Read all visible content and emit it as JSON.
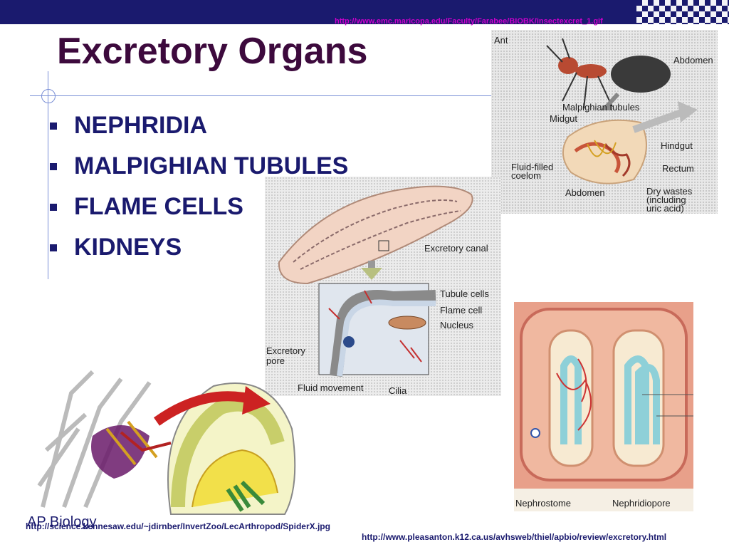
{
  "header": {
    "url": "http://www.emc.maricopa.edu/Faculty/Farabee/BIOBK/insectexcret_1.gif"
  },
  "slide": {
    "title": "Excretory Organs",
    "bullets": [
      "NEPHRIDIA",
      "MALPIGHIAN TUBULES",
      "FLAME CELLS",
      "KIDNEYS"
    ]
  },
  "ant_figure": {
    "labels": {
      "ant": "Ant",
      "abdomen_top": "Abdomen",
      "malpighian": "Malpighian tubules",
      "midgut": "Midgut",
      "hindgut": "Hindgut",
      "fluid1": "Fluid-filled",
      "fluid2": "coelom",
      "rectum": "Rectum",
      "abdomen_bottom": "Abdomen",
      "dry1": "Dry wastes",
      "dry2": "(including",
      "dry3": "uric acid)"
    }
  },
  "flatworm_figure": {
    "labels": {
      "canal": "Excretory canal",
      "tubule": "Tubule cells",
      "flame": "Flame cell",
      "nucleus": "Nucleus",
      "pore1": "Excretory",
      "pore2": "pore",
      "fluid": "Fluid movement",
      "cilia": "Cilia"
    }
  },
  "earthworm_figure": {
    "labels": {
      "nephrostome": "Nephrostome",
      "nephridiopore": "Nephridiopore"
    }
  },
  "footer": {
    "brand": "AP Biology",
    "spider_url": "http://science.kennesaw.edu/~jdirnber/InvertZoo/LecArthropod/SpiderX.jpg",
    "source_url": "http://www.pleasanton.k12.ca.us/avhsweb/thiel/apbio/review/excretory.html"
  },
  "colors": {
    "title": "#3d0a3d",
    "bullet_text": "#1a1a6e",
    "header_bar": "#1a1a6e",
    "top_url": "#cc00cc"
  }
}
